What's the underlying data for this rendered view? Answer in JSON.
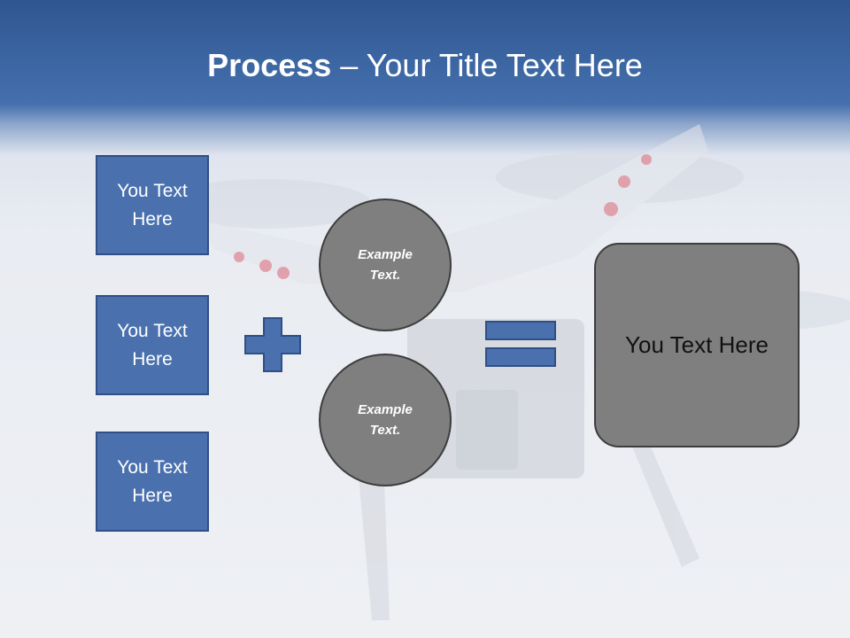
{
  "title": {
    "bold": "Process",
    "rest": " – Your Title Text Here"
  },
  "inputs": [
    {
      "label": "You Text Here"
    },
    {
      "label": "You Text Here"
    },
    {
      "label": "You Text Here"
    }
  ],
  "examples": [
    {
      "label": "Example Text."
    },
    {
      "label": "Example Text."
    }
  ],
  "result": {
    "label": "You Text Here"
  },
  "colors": {
    "header": "#3a64a0",
    "box": "#4a71ae",
    "circle": "#7f7f7f"
  }
}
